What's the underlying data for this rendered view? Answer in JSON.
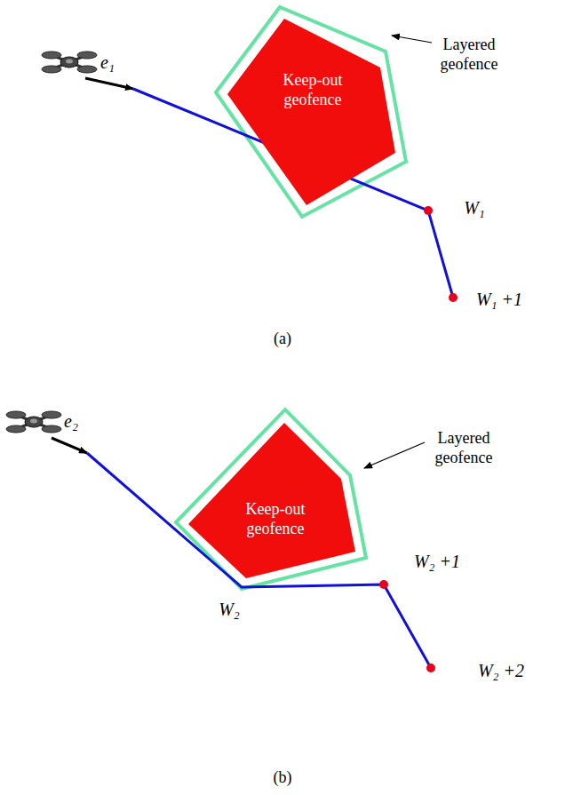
{
  "diagram": {
    "nodes": [
      {
        "text": [
          "Keep-out geofence"
        ]
      },
      {
        "text": [
          "Keep-out geofence"
        ]
      }
    ],
    "labels": [
      "Layered geofence",
      "e₁",
      "W₁",
      "W₁ +1",
      "(a)",
      "Layered geofence",
      "e₂",
      "W₂",
      "W₂ +1",
      "W₂ +2",
      "(b)"
    ]
  }
}
